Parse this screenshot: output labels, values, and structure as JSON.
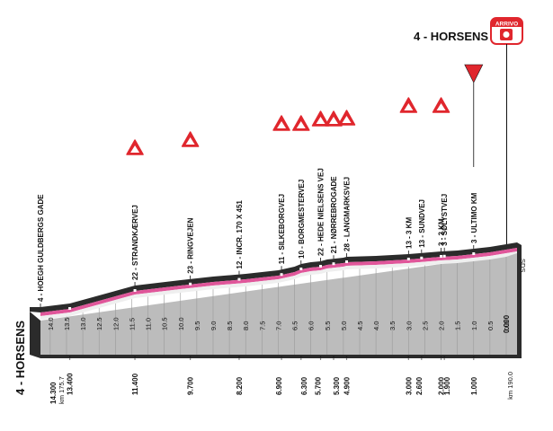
{
  "start_city": "4 - HORSENS",
  "finish_city": "4 - HORSENS",
  "finish_badge": "ARRIVO",
  "finish_tag": "SDS",
  "total_km_label": "km 190.0",
  "start_km_label": "km 175.7",
  "colors": {
    "band": "#e0569a",
    "side": "#2b2b2b",
    "face": "#bcbcbc",
    "face_top": "#efefef",
    "warning": "#e0262d",
    "finish_flag": "#e0262d"
  },
  "chart_data": {
    "type": "area",
    "remaining_km_ticks": [
      "14.0",
      "13.5",
      "13.0",
      "12.5",
      "12.0",
      "11.5",
      "11.0",
      "10.5",
      "10.0",
      "9.5",
      "9.0",
      "8.5",
      "8.0",
      "7.5",
      "7.0",
      "6.5",
      "6.0",
      "5.5",
      "5.0",
      "4.5",
      "4.0",
      "3.5",
      "3.0",
      "2.5",
      "2.0",
      "1.5",
      "1.0",
      "0.5",
      "0.0"
    ],
    "waypoints": [
      {
        "km": 14.3,
        "label": "4 - HOEGH GULDBERGS GADE",
        "dist": "14.300",
        "warning": false
      },
      {
        "km": 13.4,
        "label": "",
        "dist": "13.400",
        "warning": false
      },
      {
        "km": 11.4,
        "label": "22 - STRANDKÆRVEJ",
        "dist": "11.400",
        "warning": true
      },
      {
        "km": 9.7,
        "label": "23 - RINGVEJEN",
        "dist": "9.700",
        "warning": true
      },
      {
        "km": 8.2,
        "label": "12 - INCR. 170 X 451",
        "dist": "8.200",
        "warning": false
      },
      {
        "km": 6.9,
        "label": "11 - SILKEBORGVEJ",
        "dist": "6.900",
        "warning": true
      },
      {
        "km": 6.3,
        "label": "10 - BORGMESTERVEJ",
        "dist": "6.300",
        "warning": true
      },
      {
        "km": 5.7,
        "label": "22 - HEDE NIELSENS VEJ",
        "dist": "5.700",
        "warning": true
      },
      {
        "km": 5.3,
        "label": "21 - NØRREBROGADE",
        "dist": "5.300",
        "warning": true
      },
      {
        "km": 4.9,
        "label": "28 - LANGMARKSVEJ",
        "dist": "4.900",
        "warning": true
      },
      {
        "km": 3.0,
        "label": "13 - 3 KM",
        "dist": "3.000",
        "warning": true
      },
      {
        "km": 2.6,
        "label": "13 - SUNDVEJ",
        "dist": "2.600",
        "warning": false
      },
      {
        "km": 2.0,
        "label": "3 - 2 KM",
        "dist": "2.000",
        "warning": true
      },
      {
        "km": 1.9,
        "label": "3 - SØLYSTVEJ",
        "dist": "1.900",
        "warning": false
      },
      {
        "km": 1.0,
        "label": "3 - ULTIMO KM",
        "dist": "1.000",
        "warning": false
      },
      {
        "km": 0.0,
        "label": "",
        "dist": "0.000",
        "warning": false
      }
    ],
    "last_km_flag_km": 1.0
  }
}
